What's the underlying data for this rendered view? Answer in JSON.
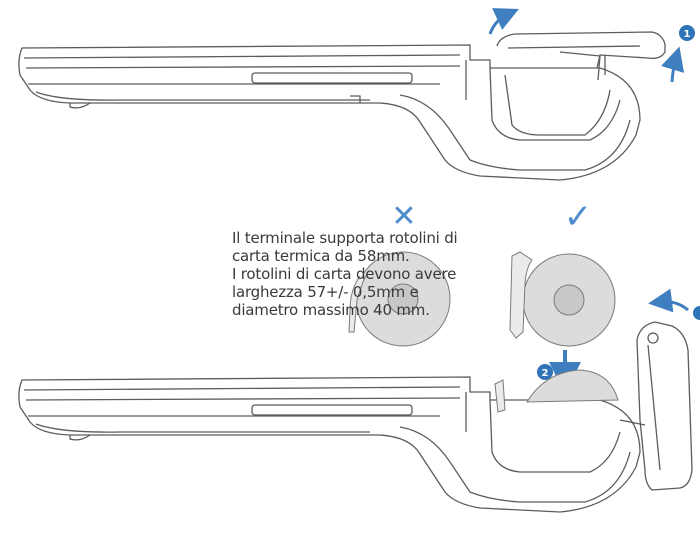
{
  "info_text": {
    "lines": [
      "Il terminale supporta rotolini di",
      "carta termica da 58mm.",
      "I rotolini di carta devono avere",
      "larghezza 57+/- 0,5mm e",
      "diametro massimo 40 mm."
    ]
  },
  "steps": [
    {
      "number": "1"
    },
    {
      "number": "2"
    }
  ],
  "marks": {
    "wrong": "✕",
    "right": "✓"
  },
  "colors": {
    "outline": "#5c5c5c",
    "roll_fill": "#dcdcdc",
    "roll_core": "#c8c8c8",
    "arrow": "#3f7fc0",
    "badge": "#2f73b8"
  }
}
